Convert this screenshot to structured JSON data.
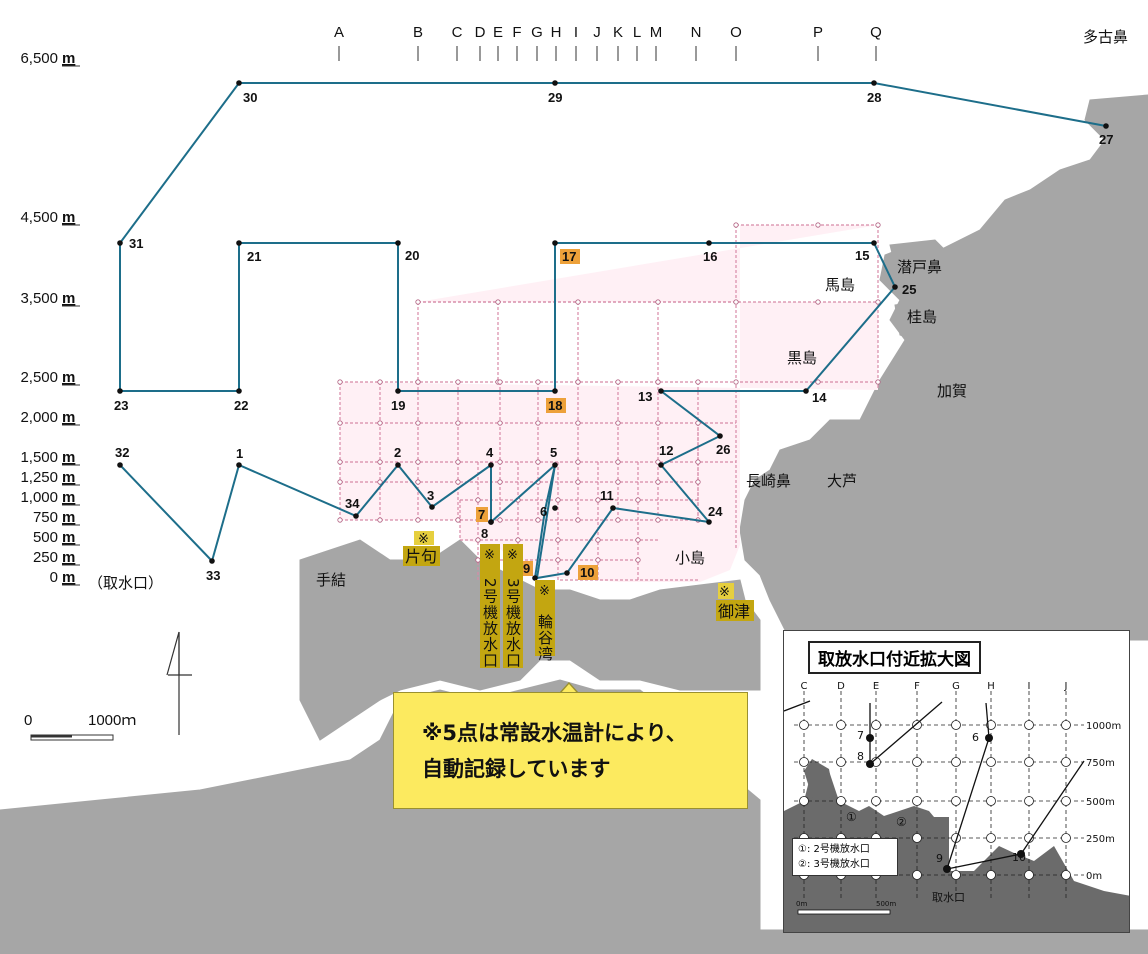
{
  "colors": {
    "land": "#a6a6a6",
    "route": "#1d6e8a",
    "grid": "#d88aa8",
    "grid_fill": "#ffe7ef",
    "marker": "#eda13a",
    "label_box": "#c3a611",
    "note_bg": "#fcea5f"
  },
  "column_letters": [
    "A",
    "B",
    "C",
    "D",
    "E",
    "F",
    "G",
    "H",
    "I",
    "J",
    "K",
    "L",
    "M",
    "N",
    "O",
    "P",
    "Q"
  ],
  "distance_labels": [
    "6,500",
    "4,500",
    "3,500",
    "2,500",
    "2,000",
    "1,500",
    "1,250",
    "1,000",
    "750",
    "500",
    "250",
    "0"
  ],
  "distance_unit": "m",
  "intake_label": "（取水口）",
  "scale_bar": {
    "zero": "0",
    "length": "1000ｍ"
  },
  "stations": [
    "1",
    "2",
    "3",
    "4",
    "5",
    "6",
    "7",
    "8",
    "9",
    "10",
    "11",
    "12",
    "13",
    "14",
    "15",
    "16",
    "17",
    "18",
    "19",
    "20",
    "21",
    "22",
    "23",
    "24",
    "25",
    "26",
    "27",
    "28",
    "29",
    "30",
    "31",
    "32",
    "33",
    "34"
  ],
  "places": {
    "tagoshi": "多古鼻",
    "sendo": "潜戸鼻",
    "uma": "馬島",
    "katsura": "桂島",
    "kuro": "黒島",
    "kaga": "加賀",
    "nagasaki": "長崎鼻",
    "oashi": "大芦",
    "ko": "小島",
    "tezui": "手結",
    "katae": "片句",
    "mitsu": "御津",
    "wadani": "輪谷湾",
    "outlet2": "2号機放水口",
    "outlet3": "3号機放水口"
  },
  "note_mark": "※",
  "note": {
    "line1": "※5点は常設水温計により、",
    "line2": "自動記録しています"
  },
  "inset": {
    "title": "取放水口付近拡大図",
    "columns": [
      "C",
      "D",
      "E",
      "F",
      "G",
      "H",
      "I",
      "J"
    ],
    "rows": [
      "1000m",
      "750m",
      "500m",
      "250m",
      "0m"
    ],
    "legend1": "①: 2号機放水口",
    "legend2": "②: 3号機放水口",
    "circ1": "①",
    "circ2": "②",
    "intake": "取水口",
    "scale_zero": "0m",
    "scale_end": "500m",
    "stations": [
      "6",
      "7",
      "8",
      "9",
      "10"
    ]
  }
}
